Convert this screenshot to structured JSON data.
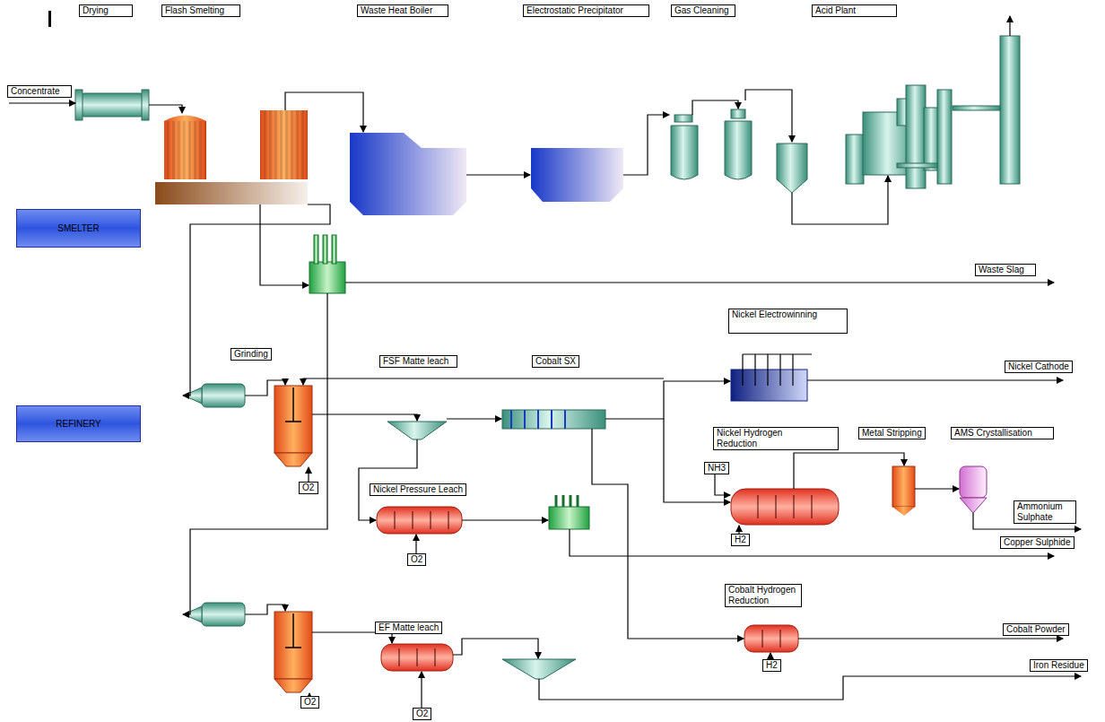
{
  "diagram": {
    "nodes": [
      {
        "text": [
          "Drying"
        ]
      },
      {
        "text": [
          "Flash Smelting"
        ]
      },
      {
        "text": [
          "Waste Heat Boiler"
        ]
      },
      {
        "text": [
          "Electrostatic Precipitator"
        ]
      },
      {
        "text": [
          "Gas Cleaning"
        ]
      },
      {
        "text": [
          "Acid Plant"
        ]
      },
      {
        "text": [
          "Concentrate"
        ]
      },
      {
        "text": [
          "SMELTER"
        ]
      },
      {
        "text": [
          "Waste Slag"
        ]
      },
      {
        "text": [
          "Nickel Electrowinning"
        ]
      },
      {
        "text": [
          "Grinding"
        ]
      },
      {
        "text": [
          "FSF Matte leach"
        ]
      },
      {
        "text": [
          "Cobalt SX"
        ]
      },
      {
        "text": [
          "Nickel Cathode"
        ]
      },
      {
        "text": [
          "REFINERY"
        ]
      },
      {
        "text": [
          "Nickel Hydrogen Reduction"
        ]
      },
      {
        "text": [
          "Metal Stripping"
        ]
      },
      {
        "text": [
          "AMS Crystallisation"
        ]
      },
      {
        "text": [
          "NH3"
        ]
      },
      {
        "text": [
          "O2"
        ]
      },
      {
        "text": [
          "Nickel Pressure Leach"
        ]
      },
      {
        "text": [
          "Ammonium Sulphate"
        ]
      },
      {
        "text": [
          "Copper Sulphide"
        ]
      },
      {
        "text": [
          "O2"
        ]
      },
      {
        "text": [
          "H2"
        ]
      },
      {
        "text": [
          "Cobalt Hydrogen Reduction"
        ]
      },
      {
        "text": [
          "EF Matte leach"
        ]
      },
      {
        "text": [
          "Cobalt Powder"
        ]
      },
      {
        "text": [
          "H2"
        ]
      },
      {
        "text": [
          "Iron Residue"
        ]
      },
      {
        "text": [
          "O2"
        ]
      },
      {
        "text": [
          "O2"
        ]
      }
    ]
  }
}
